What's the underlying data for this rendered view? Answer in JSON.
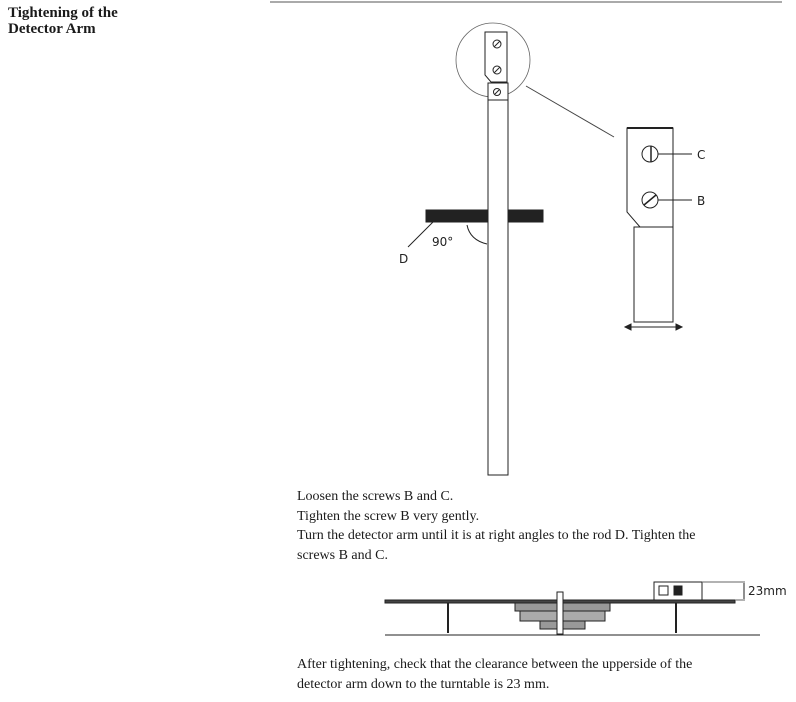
{
  "heading": {
    "line1": "Tightening of the",
    "line2": "Detector Arm"
  },
  "figure1": {
    "angle_label": "90°",
    "label_d": "D",
    "label_c": "C",
    "label_b": "B"
  },
  "instructions": [
    "Loosen the screws B and C.",
    "Tighten the screw B very gently.",
    "Turn the detector arm until it is at right angles to the rod D. Tighten the",
    "screws B and C."
  ],
  "figure2": {
    "clearance_label": "23mm"
  },
  "note": [
    "After tightening, check that the clearance between the upperside of the",
    "detector arm down to the turntable is 23 mm."
  ]
}
